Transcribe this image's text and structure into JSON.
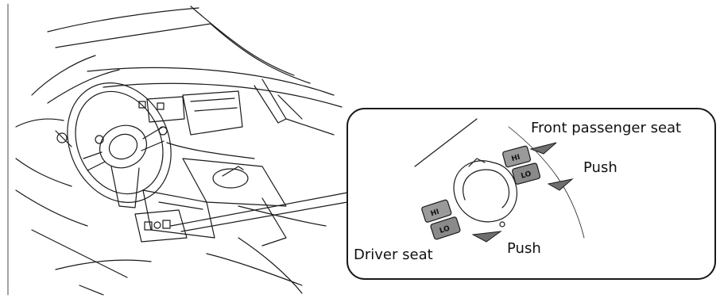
{
  "figure": {
    "labels": {
      "front_passenger_seat": "Front passenger seat",
      "push_front": "Push",
      "driver_seat": "Driver seat",
      "push_driver": "Push"
    },
    "switch_text": {
      "hi": "HI",
      "lo": "LO"
    }
  },
  "colors": {
    "line": "#1a1a1a",
    "switch_fill": "#9a9a9a",
    "switch_fill_dark": "#6e6e6e",
    "background": "#ffffff"
  }
}
